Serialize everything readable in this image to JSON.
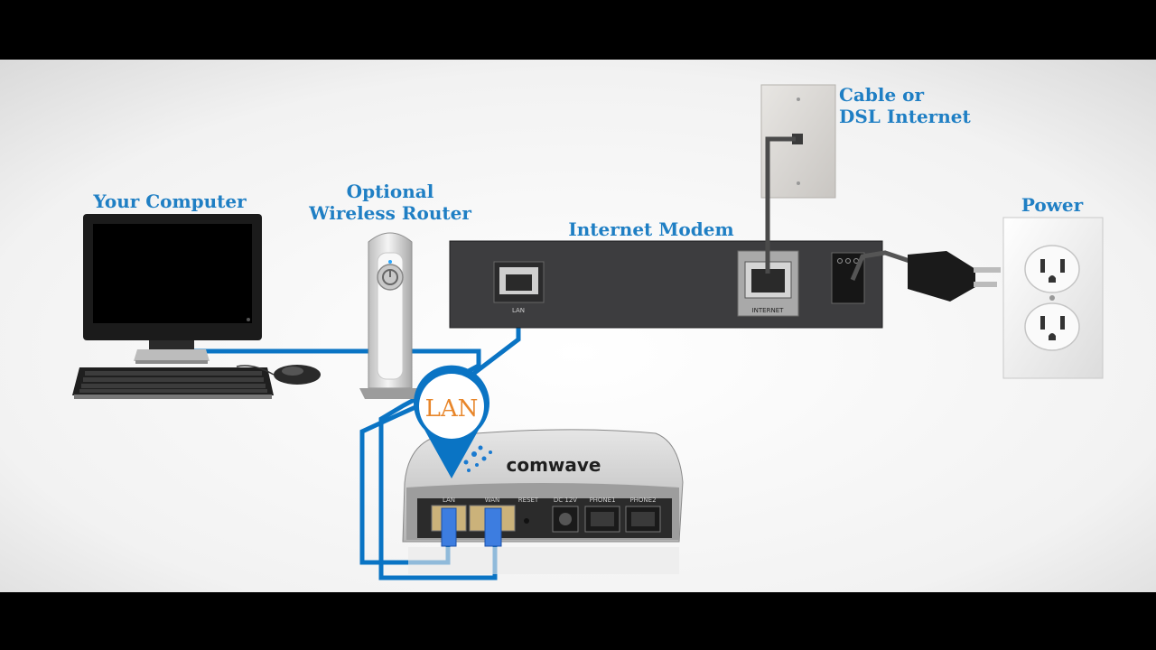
{
  "labels": {
    "computer": "Your Computer",
    "router_line1": "Optional",
    "router_line2": "Wireless Router",
    "modem": "Internet Modem",
    "internet_line1": "Cable or",
    "internet_line2": "DSL Internet",
    "power": "Power",
    "lan_pin": "LAN"
  },
  "modem_ports": {
    "lan": "LAN",
    "internet": "INTERNET"
  },
  "comwave": {
    "brand": "comwave",
    "ports": [
      "LAN",
      "WAN",
      "RESET",
      "DC 12V",
      "PHONE1",
      "PHONE2"
    ]
  },
  "colors": {
    "label_blue": "#1f7fc4",
    "cable_blue": "#0a74c4",
    "lan_orange": "#e8862a",
    "modem_body": "#3d3d3f"
  }
}
